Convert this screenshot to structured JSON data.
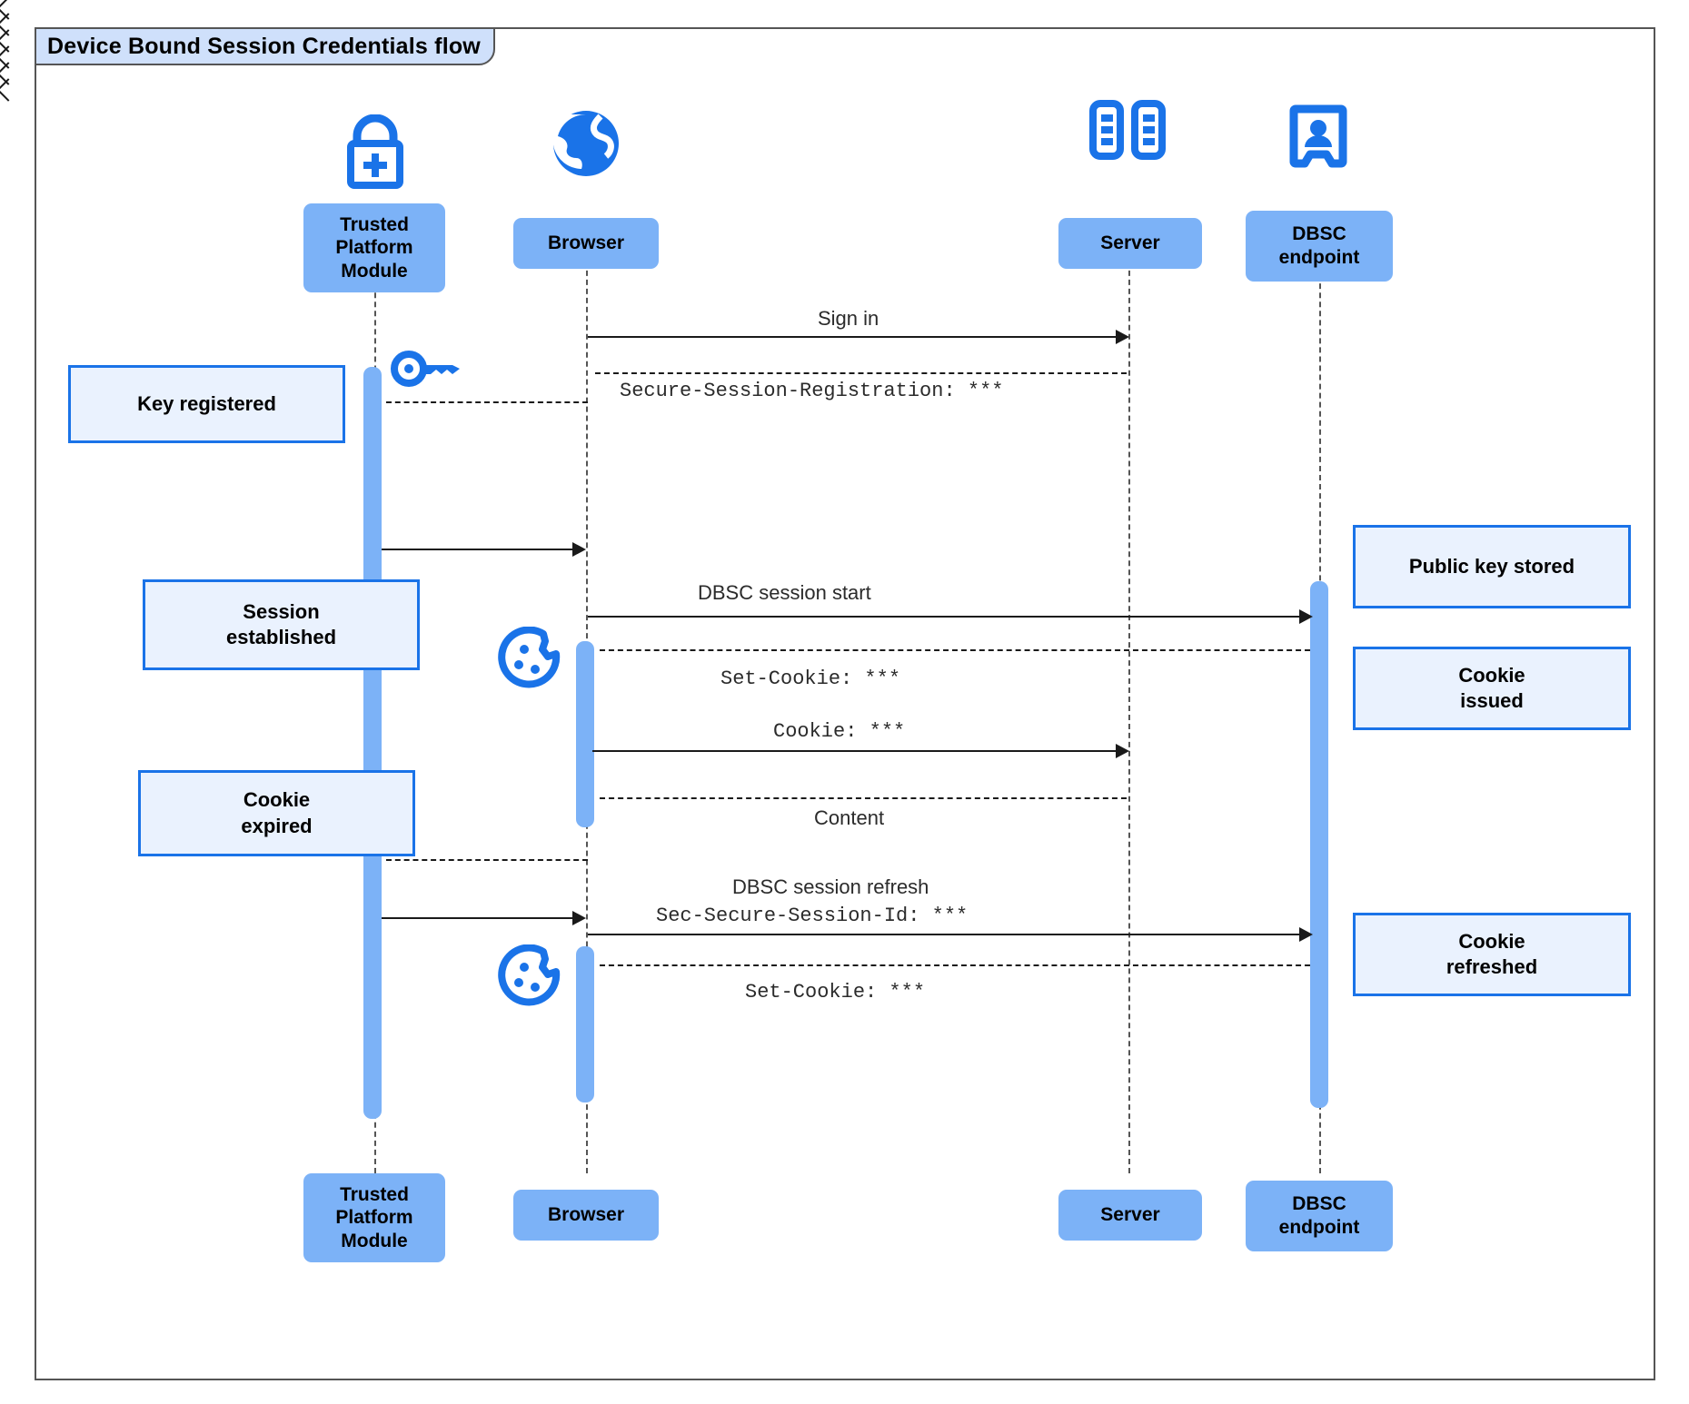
{
  "diagram": {
    "title": "Device Bound Session Credentials flow",
    "type": "uml-sequence-diagram",
    "accent_color": "#1a73e8",
    "participant_fill": "#7cb2f7",
    "note_fill": "#eaf2fe",
    "note_border": "#1a73e8",
    "frame_border": "#555555",
    "title_fill": "#cfe0fb"
  },
  "participants": [
    {
      "id": "tpm",
      "label": "Trusted\nPlatform\nModule",
      "icon": "lock-plus-icon"
    },
    {
      "id": "browser",
      "label": "Browser",
      "icon": "globe-icon"
    },
    {
      "id": "server",
      "label": "Server",
      "icon": "server-racks-icon"
    },
    {
      "id": "dbsc",
      "label": "DBSC\nendpoint",
      "icon": "id-badge-icon"
    }
  ],
  "participants_bottom": [
    {
      "id": "tpm",
      "label": "Trusted\nPlatform\nModule"
    },
    {
      "id": "browser",
      "label": "Browser"
    },
    {
      "id": "server",
      "label": "Server"
    },
    {
      "id": "dbsc",
      "label": "DBSC\nendpoint"
    }
  ],
  "messages": [
    {
      "id": "m1",
      "label": "Sign in",
      "from": "browser",
      "to": "server",
      "style": "solid",
      "mono": false
    },
    {
      "id": "m2",
      "label": "Secure-Session-Registration: ***",
      "from": "server",
      "to": "browser",
      "style": "dashed",
      "mono": true
    },
    {
      "id": "m3",
      "label": "",
      "from": "tpm",
      "to": "browser",
      "style": "solid",
      "mono": false
    },
    {
      "id": "m4",
      "label": "DBSC session start",
      "from": "browser",
      "to": "dbsc",
      "style": "solid",
      "mono": false
    },
    {
      "id": "m5",
      "label": "Set-Cookie: ***",
      "from": "dbsc",
      "to": "browser",
      "style": "dashed",
      "mono": true
    },
    {
      "id": "m6",
      "label": "Cookie: ***",
      "from": "browser",
      "to": "server",
      "style": "solid",
      "mono": true
    },
    {
      "id": "m7",
      "label": "Content",
      "from": "server",
      "to": "browser",
      "style": "dashed",
      "mono": false
    },
    {
      "id": "m8",
      "label": "",
      "from": "browser",
      "to": "tpm",
      "style": "dashed",
      "mono": false
    },
    {
      "id": "m9",
      "label": "DBSC session refresh",
      "from": "tpm",
      "to": "browser",
      "style": "solid",
      "mono": false
    },
    {
      "id": "m10",
      "label": "Sec-Secure-Session-Id: ***",
      "from": "browser",
      "to": "dbsc",
      "style": "solid",
      "mono": true
    },
    {
      "id": "m11",
      "label": "Set-Cookie: ***",
      "from": "dbsc",
      "to": "browser",
      "style": "dashed",
      "mono": true
    }
  ],
  "notes": [
    {
      "id": "n1",
      "label": "Key registered",
      "side": "left",
      "attached_to": "tpm"
    },
    {
      "id": "n2",
      "label": "Session\nestablished",
      "side": "left",
      "attached_to": "tpm"
    },
    {
      "id": "n3",
      "label": "Cookie\nexpired",
      "side": "left",
      "attached_to": "tpm"
    },
    {
      "id": "n4",
      "label": "Public key stored",
      "side": "right",
      "attached_to": "dbsc"
    },
    {
      "id": "n5",
      "label": "Cookie\nissued",
      "side": "right",
      "attached_to": "dbsc"
    },
    {
      "id": "n6",
      "label": "Cookie\nrefreshed",
      "side": "right",
      "attached_to": "dbsc"
    }
  ],
  "floating_icons": [
    {
      "id": "key1",
      "icon": "key-icon",
      "near": "tpm"
    },
    {
      "id": "cookie1",
      "icon": "cookie-icon",
      "near": "browser"
    },
    {
      "id": "cookie2",
      "icon": "cookie-icon",
      "near": "browser"
    }
  ]
}
